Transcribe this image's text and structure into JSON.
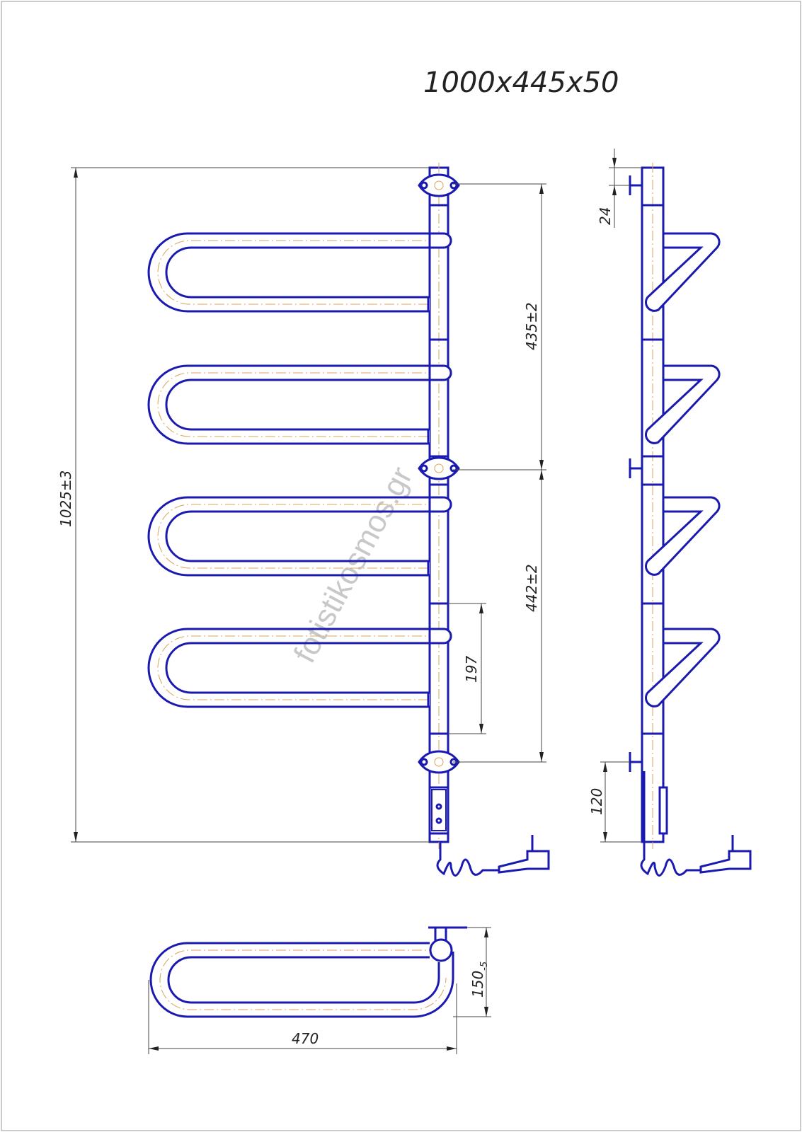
{
  "title": "1000x445x50",
  "watermark": "fotistikosmos.gr",
  "dimensions": {
    "total_height": "1025±3",
    "upper_mount_spacing": "435±2",
    "lower_mount_spacing": "442±2",
    "loop_pitch": "197",
    "top_offset": "24",
    "bottom_offset": "120",
    "width": "470",
    "depth": "150",
    "depth_tolerance": "-5"
  },
  "colors": {
    "line": "#1a1ab0",
    "axis": "#d9a35a"
  }
}
